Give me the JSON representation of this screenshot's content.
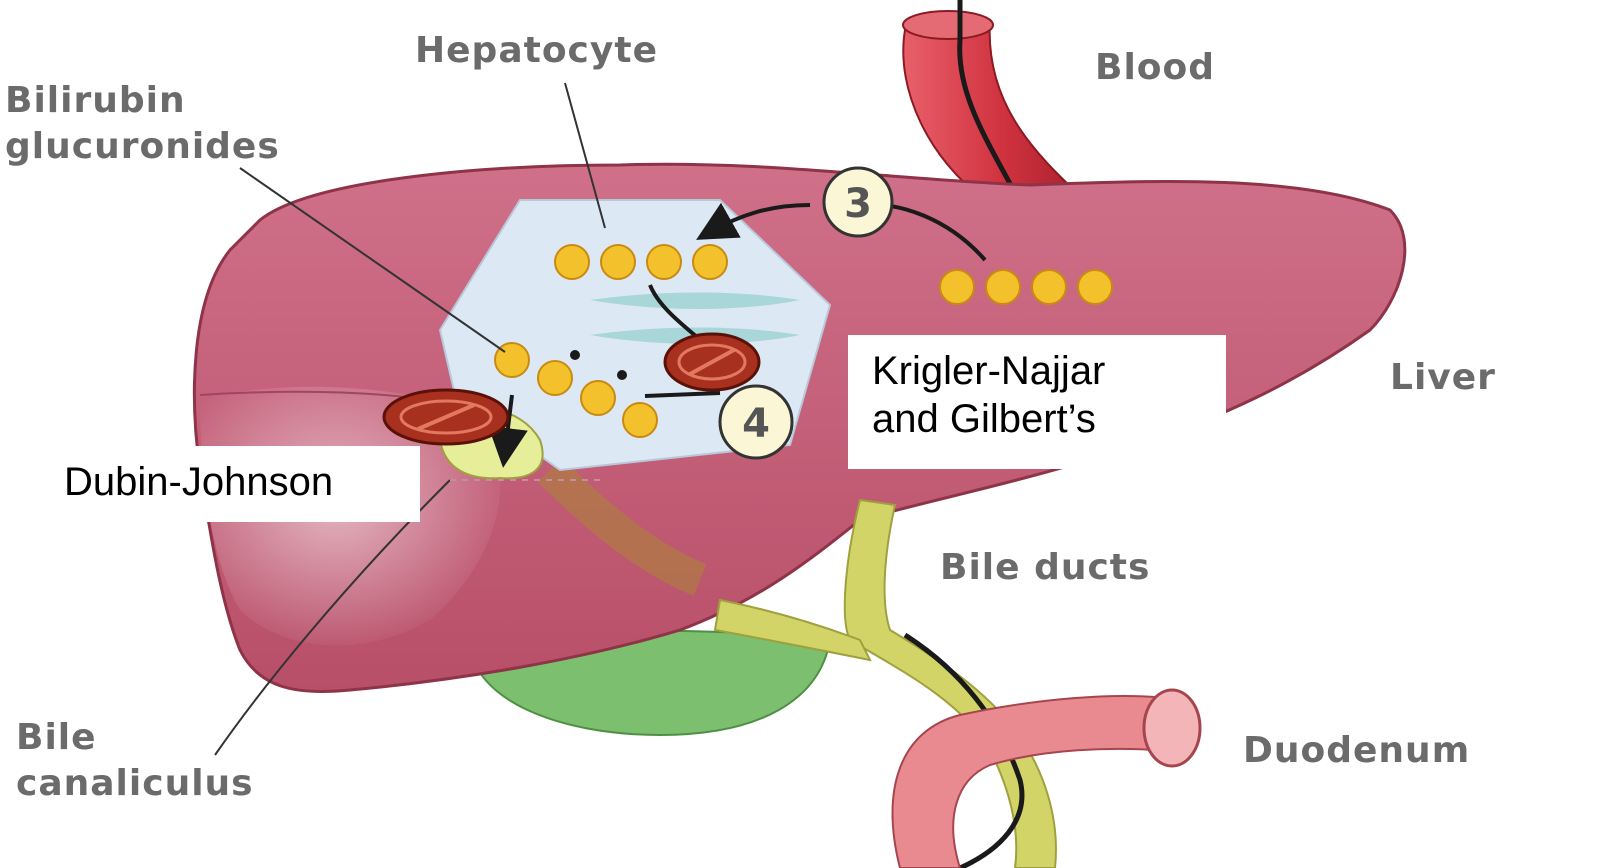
{
  "labels": {
    "hepatocyte": "Hepatocyte",
    "blood": "Blood",
    "bilirubin_glucuronides": [
      "Bilirubin",
      "glucuronides"
    ],
    "liver": "Liver",
    "bile_ducts": "Bile ducts",
    "duodenum": "Duodenum",
    "bile_canaliculus": [
      "Bile",
      "canaliculus"
    ]
  },
  "steps": [
    "3",
    "4"
  ],
  "annotations": {
    "crigler_najjar": [
      "Krigler-Najjar",
      "and Gilbert’s"
    ],
    "dubin_johnson": "Dubin-Johnson"
  },
  "colors": {
    "liver": "#c35c73",
    "hepatocyte": "#dce9f5",
    "bilirubin_dot": "#f3c12b",
    "blood_vessel": "#d0323f",
    "bile_duct": "#d3d468",
    "gallbladder": "#7bbf6f",
    "duodenum": "#e98a91",
    "block_symbol": "#a7301f"
  },
  "icons": [
    "no-entry-icon",
    "no-entry-icon"
  ]
}
